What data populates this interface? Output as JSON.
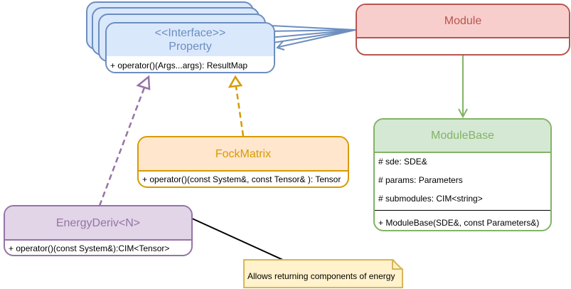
{
  "property": {
    "stereotype": "<<Interface>>",
    "name": "Property",
    "method": "+ operator()(Args...args): ResultMap"
  },
  "module": {
    "name": "Module"
  },
  "module_base": {
    "name": "ModuleBase",
    "fields": [
      "# sde: SDE&",
      "# params: Parameters",
      "# submodules: CIM<string>"
    ],
    "method": "+ ModuleBase(SDE&, const Parameters&)"
  },
  "fock_matrix": {
    "name": "FockMatrix",
    "method": "+ operator()(const System&, const Tensor& ): Tensor"
  },
  "energy_deriv": {
    "name": "EnergyDeriv<N>",
    "method": "+ operator()(const System&):CIM<Tensor>"
  },
  "note": {
    "text": "Allows returning components of energy"
  },
  "colors": {
    "blue": "#6c8ebf",
    "red": "#b85450",
    "green": "#82b366",
    "orange": "#d79b00",
    "purple": "#9673a6",
    "note_fill": "#fff2cc",
    "note_border": "#d6b656"
  }
}
